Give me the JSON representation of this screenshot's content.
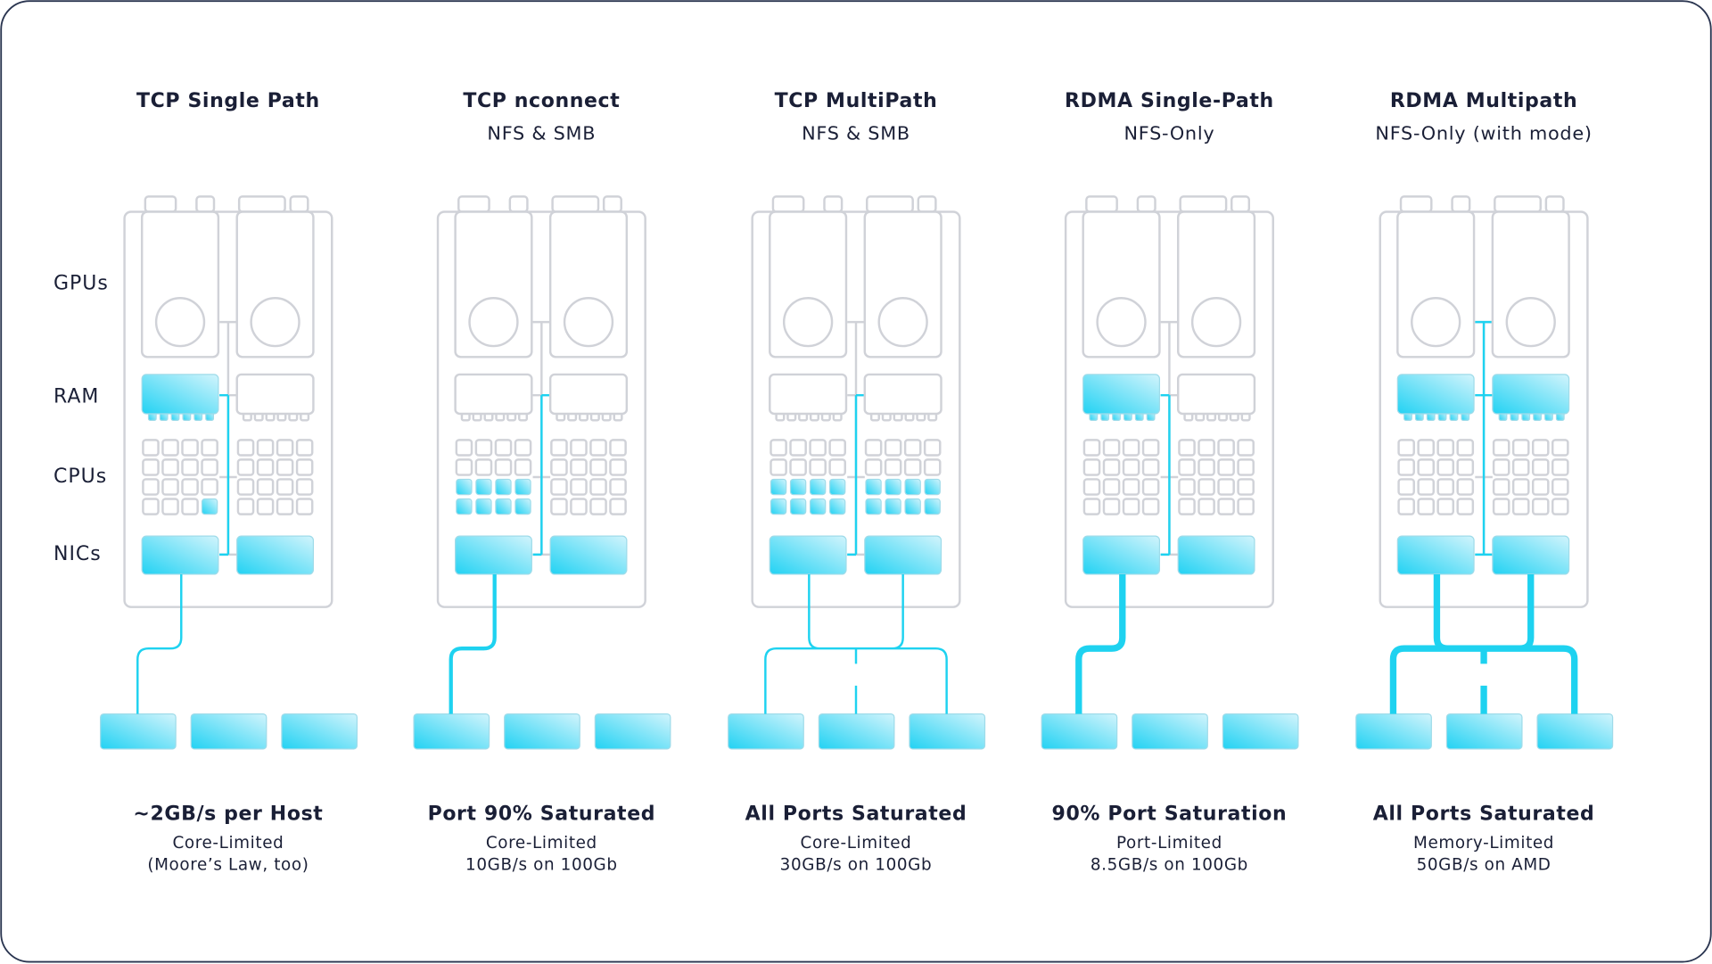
{
  "row_labels": [
    "GPUs",
    "RAM",
    "CPUs",
    "NICs"
  ],
  "colors": {
    "accent": "#1ed2f0",
    "outline": "#d0d2d8",
    "text": "#1a1f36",
    "frame": "#2a3550"
  },
  "columns": [
    {
      "title": "TCP Single Path",
      "subtitle": "",
      "result": "~2GB/s per Host",
      "detail1": "Core-Limited",
      "detail2": "(Moore’s Law, too)",
      "ram_active": [
        true,
        false
      ],
      "cpu_active": {
        "left": [
          15
        ],
        "right": []
      },
      "bus_from": "ram",
      "links": "single",
      "link_weight": 1
    },
    {
      "title": "TCP nconnect",
      "subtitle": "NFS & SMB",
      "result": "Port 90% Saturated",
      "detail1": "Core-Limited",
      "detail2": "10GB/s on 100Gb",
      "ram_active": [
        false,
        false
      ],
      "cpu_active": {
        "left": [
          8,
          9,
          10,
          11,
          12,
          13,
          14,
          15
        ],
        "right": []
      },
      "bus_from": "ram",
      "links": "single",
      "link_weight": 2
    },
    {
      "title": "TCP MultiPath",
      "subtitle": "NFS & SMB",
      "result": "All Ports Saturated",
      "detail1": "Core-Limited",
      "detail2": "30GB/s on 100Gb",
      "ram_active": [
        false,
        false
      ],
      "cpu_active": {
        "left": [
          8,
          9,
          10,
          11,
          12,
          13,
          14,
          15
        ],
        "right": [
          8,
          9,
          10,
          11,
          12,
          13,
          14,
          15
        ]
      },
      "bus_from": "ram",
      "links": "multi",
      "link_weight": 1
    },
    {
      "title": "RDMA Single-Path",
      "subtitle": "NFS-Only",
      "result": "90% Port Saturation",
      "detail1": "Port-Limited",
      "detail2": "8.5GB/s on 100Gb",
      "ram_active": [
        true,
        false
      ],
      "cpu_active": {
        "left": [],
        "right": []
      },
      "bus_from": "ram",
      "links": "single",
      "link_weight": 3
    },
    {
      "title": "RDMA Multipath",
      "subtitle": "NFS-Only (with mode)",
      "result": "All Ports Saturated",
      "detail1": "Memory-Limited",
      "detail2": "50GB/s on AMD",
      "ram_active": [
        true,
        true
      ],
      "cpu_active": {
        "left": [],
        "right": []
      },
      "bus_from": "gpu",
      "links": "multi",
      "link_weight": 3
    }
  ]
}
